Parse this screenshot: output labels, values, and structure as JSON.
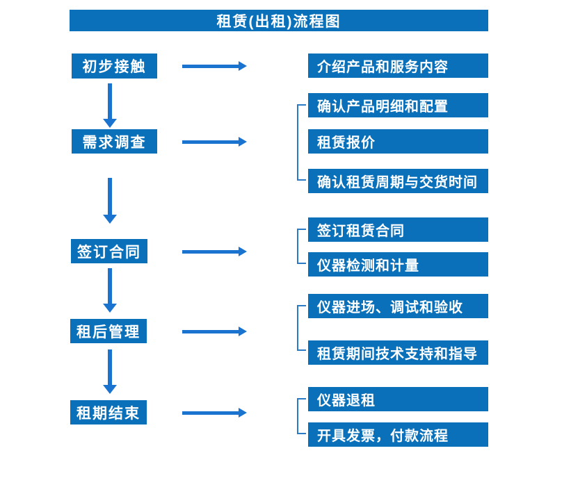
{
  "title": "租赁(出租)流程图",
  "colors": {
    "box_blue": "#0a70b9",
    "arrow_blue": "#1a73cf",
    "bracket_blue": "#2b7ac6",
    "text": "#ffffff",
    "background": "#ffffff"
  },
  "steps": [
    {
      "label": "初步接触",
      "outputs": [
        "介绍产品和服务内容"
      ]
    },
    {
      "label": "需求调查",
      "outputs": [
        "确认产品明细和配置",
        "租赁报价",
        "确认租赁周期与交货时间"
      ]
    },
    {
      "label": "签订合同",
      "outputs": [
        "签订租赁合同",
        "仪器检测和计量"
      ]
    },
    {
      "label": "租后管理",
      "outputs": [
        "仪器进场、调试和验收",
        "租赁期间技术支持和指导"
      ]
    },
    {
      "label": "租期结束",
      "outputs": [
        "仪器退租",
        "开具发票，付款流程"
      ]
    }
  ]
}
